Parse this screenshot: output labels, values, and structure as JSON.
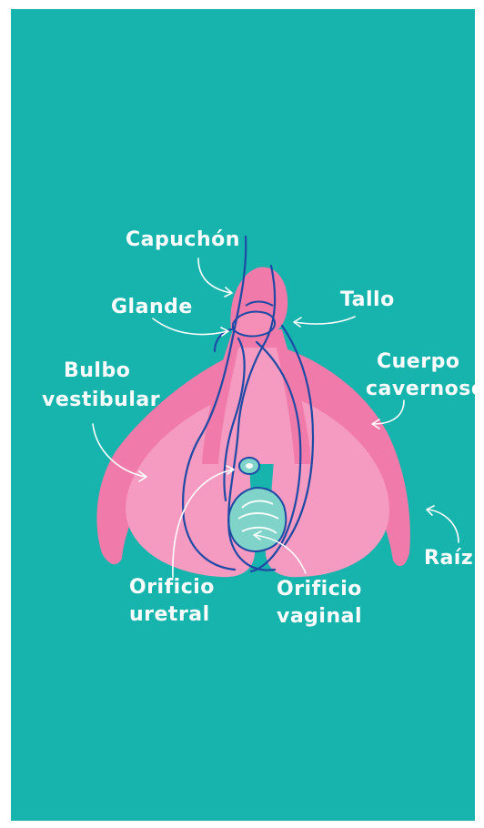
{
  "colors": {
    "background": "#17b3ad",
    "outer_pink": "#f07aa9",
    "inner_pink": "#f59ac0",
    "outline_blue": "#1e4aa6",
    "vaginal_opening": "#7fd3c9",
    "label_text": "#ffffff"
  },
  "labels": {
    "capuchon": "Capuchón",
    "glande": "Glande",
    "tallo": "Tallo",
    "bulbo_line1": "Bulbo",
    "bulbo_line2": "vestibular",
    "cuerpo_line1": "Cuerpo",
    "cuerpo_line2": "cavernoso",
    "raiz": "Raíz",
    "orificio_uretral_line1": "Orificio",
    "orificio_uretral_line2": "uretral",
    "orificio_vaginal_line1": "Orificio",
    "orificio_vaginal_line2": "vaginal"
  }
}
